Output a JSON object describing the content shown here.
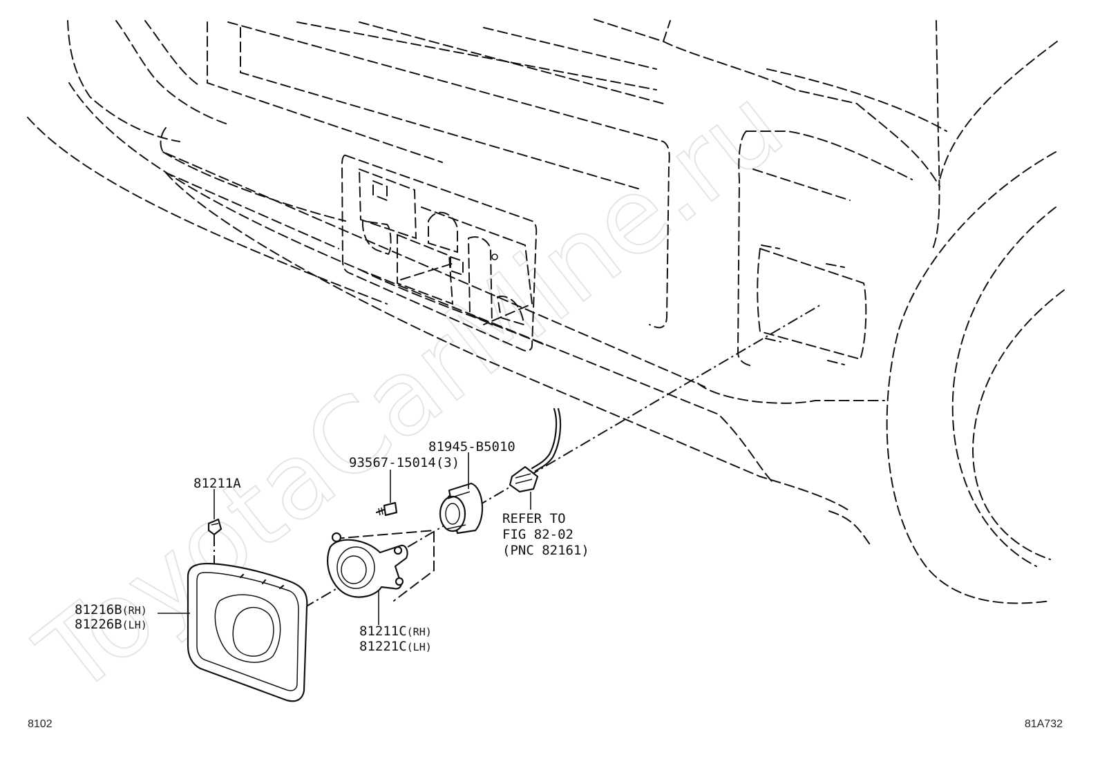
{
  "diagram": {
    "parts": [
      {
        "id": "part-81211a",
        "number": "81211A"
      },
      {
        "id": "part-93567",
        "number": "93567-15014(3)"
      },
      {
        "id": "part-81945",
        "number": "81945-B5010"
      },
      {
        "id": "part-81216b",
        "number": "81216B",
        "side": "(RH)"
      },
      {
        "id": "part-81226b",
        "number": "81226B",
        "side": "(LH)"
      },
      {
        "id": "part-81211c",
        "number": "81211C",
        "side": "(RH)"
      },
      {
        "id": "part-81221c",
        "number": "81221C",
        "side": "(LH)"
      }
    ],
    "reference_note": {
      "line1": "REFER TO",
      "line2": "FIG 82-02",
      "line3": "(PNC 82161)"
    },
    "footer": {
      "left_code": "8102",
      "right_code": "81A732"
    },
    "watermark": "ToyotaCarMine.ru"
  }
}
